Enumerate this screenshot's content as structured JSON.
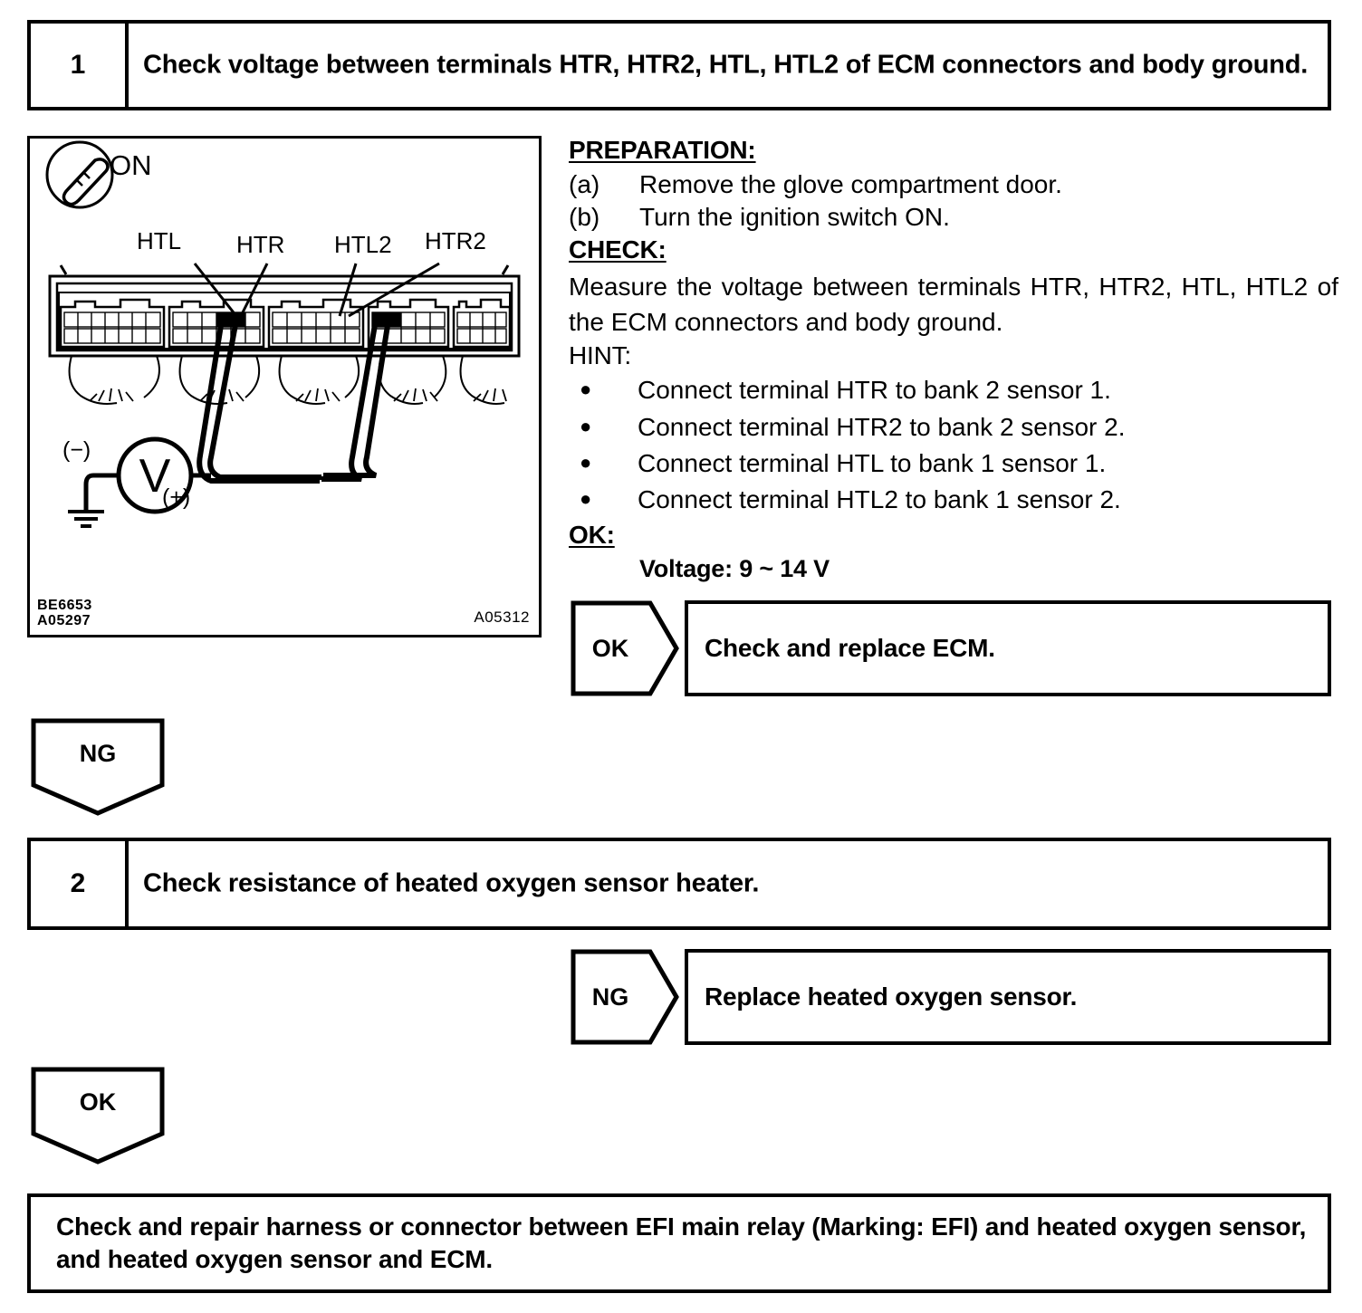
{
  "step1": {
    "number": "1",
    "title": "Check voltage between terminals HTR, HTR2, HTL, HTL2 of ECM connectors and body ground."
  },
  "illustration": {
    "ignition_state": "ON",
    "terminal_labels": [
      "HTL",
      "HTR",
      "HTL2",
      "HTR2"
    ],
    "meter_symbol": "V",
    "probe_negative": "(−)",
    "probe_positive": "(+)",
    "figure_id_left_1": "BE6653",
    "figure_id_left_2": "A05297",
    "figure_id_right": "A05312"
  },
  "procedure": {
    "preparation_heading": "PREPARATION:",
    "preparation_steps": [
      {
        "marker": "(a)",
        "text": "Remove the glove compartment door."
      },
      {
        "marker": "(b)",
        "text": "Turn the ignition switch ON."
      }
    ],
    "check_heading": "CHECK:",
    "check_text": "Measure the voltage between terminals HTR, HTR2, HTL, HTL2 of the ECM connectors and body ground.",
    "hint_heading": "HINT:",
    "hints": [
      "Connect terminal HTR to bank 2 sensor 1.",
      "Connect terminal HTR2 to bank 2 sensor 2.",
      "Connect terminal HTL to bank 1 sensor 1.",
      "Connect terminal HTL2 to bank 1 sensor 2."
    ],
    "ok_heading": "OK:",
    "ok_spec": "Voltage: 9 ~ 14 V"
  },
  "branch_step1_ok": {
    "tag": "OK",
    "action": "Check and replace ECM."
  },
  "branch_step1_ng": {
    "tag": "NG"
  },
  "step2": {
    "number": "2",
    "title": "Check resistance of heated oxygen sensor heater."
  },
  "branch_step2_ng": {
    "tag": "NG",
    "action": "Replace heated oxygen sensor."
  },
  "branch_step2_ok": {
    "tag": "OK"
  },
  "final_result": {
    "action": "Check and repair harness or connector between EFI main relay (Marking: EFI) and heated oxygen sensor, and heated oxygen sensor and ECM."
  },
  "colors": {
    "ink": "#000000",
    "paper": "#ffffff"
  }
}
